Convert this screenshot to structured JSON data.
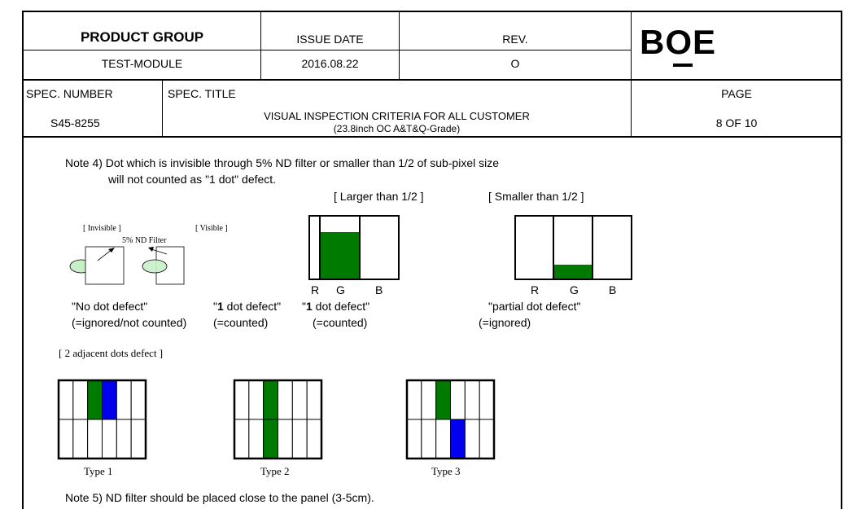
{
  "header": {
    "product_group_label": "PRODUCT GROUP",
    "product_group_value": "TEST-MODULE",
    "issue_date_label": "ISSUE DATE",
    "issue_date_value": "2016.08.22",
    "rev_label": "REV.",
    "rev_value": "O",
    "logo": "BOE",
    "spec_number_label": "SPEC. NUMBER",
    "spec_number_value": "S45-8255",
    "spec_title_label": "SPEC. TITLE",
    "spec_title_line1": "VISUAL INSPECTION CRITERIA FOR ALL CUSTOMER",
    "spec_title_line2": "(23.8inch OC A&T&Q-Grade)",
    "page_label": "PAGE",
    "page_value": "8 OF 10"
  },
  "body": {
    "note4_line1": "Note 4) Dot which is invisible through 5% ND filter or smaller than 1/2 of sub-pixel size",
    "note4_line2": "will not counted as \"1 dot\" defect.",
    "invisible_label": "[ Invisible ]",
    "visible_label": "[ Visible ]",
    "nd_filter_label": "5% ND Filter",
    "larger_title": "[ Larger than 1/2 ]",
    "smaller_title": "[ Smaller than 1/2 ]",
    "rgb": [
      "R",
      "G",
      "B"
    ],
    "no_dot_line1": "\"No dot defect\"",
    "no_dot_line2": "(=ignored/not counted)",
    "one_dot_a_q1": "\"",
    "one_dot_a_num": "1",
    "one_dot_a_rest": " dot defect\"",
    "one_dot_a_line2": "(=counted)",
    "one_dot_b_q1": "\"",
    "one_dot_b_num": "1",
    "one_dot_b_rest": " dot defect\"",
    "one_dot_b_line2": "(=counted)",
    "partial_line1": "\"partial dot defect\"",
    "partial_line2": "(=ignored)",
    "adjacent_title": "[ 2 adjacent dots defect ]",
    "types": [
      {
        "label": "Type 1",
        "top": [
          "",
          "",
          "green",
          "blue",
          "",
          ""
        ],
        "bottom": [
          "",
          "",
          "",
          "",
          "",
          ""
        ]
      },
      {
        "label": "Type 2",
        "top": [
          "",
          "",
          "green",
          "",
          "",
          ""
        ],
        "bottom": [
          "",
          "",
          "green",
          "",
          "",
          ""
        ]
      },
      {
        "label": "Type 3",
        "top": [
          "",
          "",
          "green",
          "",
          "",
          ""
        ],
        "bottom": [
          "",
          "",
          "",
          "blue",
          "",
          ""
        ]
      }
    ],
    "note5": "Note 5) ND filter should be placed close to the panel (3-5cm)."
  },
  "colors": {
    "green": "#007a00",
    "blue": "#0000ee",
    "ellipse": "#c8f0c8"
  }
}
